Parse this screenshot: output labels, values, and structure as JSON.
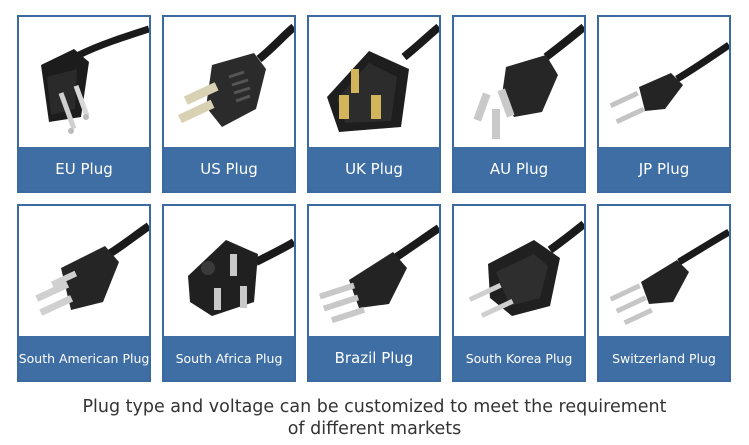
{
  "plugs": [
    {
      "label": "EU Plug"
    },
    {
      "label": "US Plug"
    },
    {
      "label": "UK Plug"
    },
    {
      "label": "AU Plug"
    },
    {
      "label": "JP Plug"
    },
    {
      "label": "South American Plug"
    },
    {
      "label": "South Africa Plug"
    },
    {
      "label": "Brazil Plug"
    },
    {
      "label": "South Korea Plug"
    },
    {
      "label": "Switzerland Plug"
    }
  ],
  "caption": {
    "line1": "Plug type and voltage can be customized to meet the requirement",
    "line2": "of different markets"
  },
  "colors": {
    "label_bg": "#3e6ea3",
    "border": "#3b6aa0"
  }
}
